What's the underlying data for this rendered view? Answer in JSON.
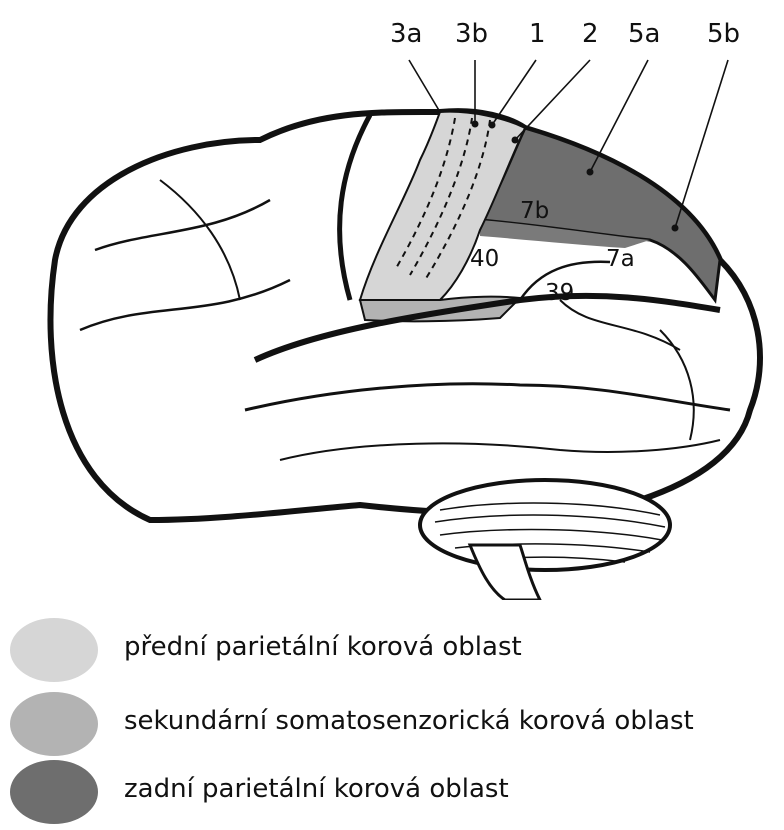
{
  "top_labels": {
    "l3a": "3a",
    "l3b": "3b",
    "l1": "1",
    "l2": "2",
    "l5a": "5a",
    "l5b": "5b"
  },
  "area_labels": {
    "a7b": "7b",
    "a7a": "7a",
    "a40": "40",
    "a39": "39"
  },
  "colors": {
    "anterior": "#d6d6d6",
    "secondary": "#b3b3b3",
    "posterior": "#6e6e6e",
    "outline": "#111111"
  },
  "legend": [
    {
      "key": "anterior",
      "label": "přední parietální korová oblast"
    },
    {
      "key": "secondary",
      "label": "sekundární somatosenzorická korová oblast"
    },
    {
      "key": "posterior",
      "label": "zadní parietální korová oblast"
    }
  ]
}
